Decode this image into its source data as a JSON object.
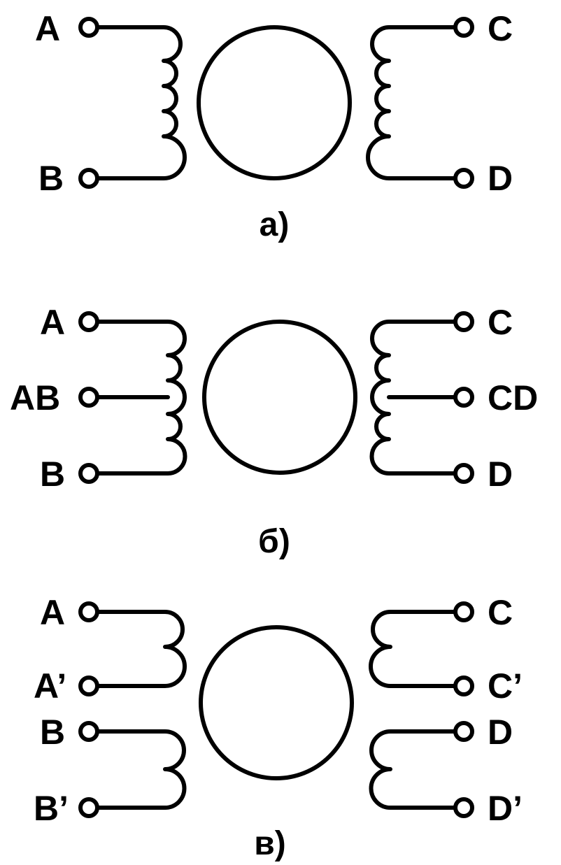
{
  "diagrams": [
    {
      "caption": "а)",
      "left_terminals": [
        "A",
        "B"
      ],
      "right_terminals": [
        "C",
        "D"
      ]
    },
    {
      "caption": "б)",
      "left_terminals": [
        "A",
        "AB",
        "B"
      ],
      "right_terminals": [
        "C",
        "CD",
        "D"
      ]
    },
    {
      "caption": "в)",
      "left_terminals": [
        "A",
        "A’",
        "B",
        "B’"
      ],
      "right_terminals": [
        "C",
        "C’",
        "D",
        "D’"
      ]
    }
  ],
  "colors": {
    "line": "#000000",
    "background": "#ffffff"
  }
}
